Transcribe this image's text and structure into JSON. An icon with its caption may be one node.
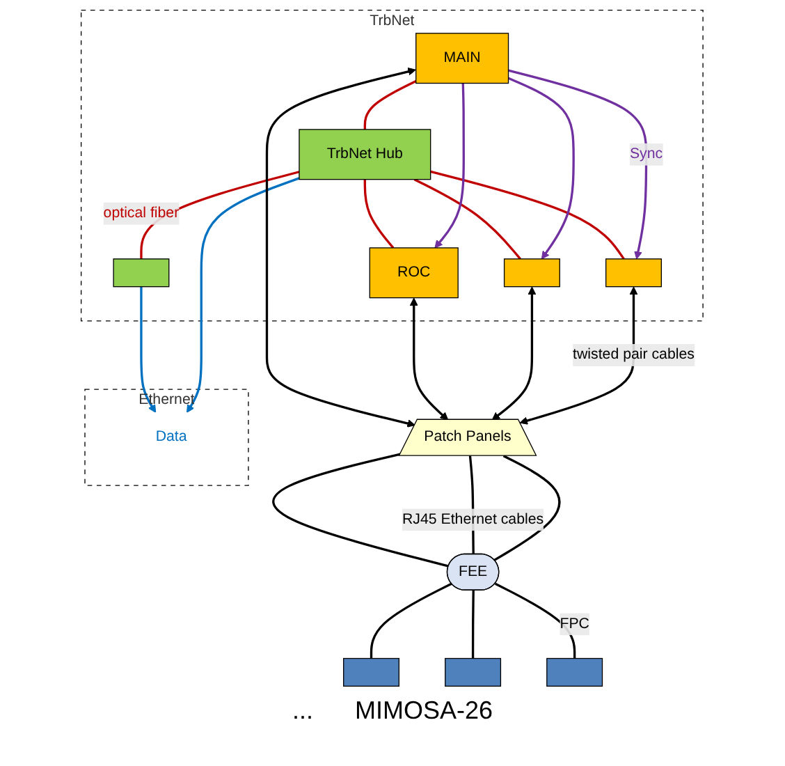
{
  "diagram": {
    "nodes": [
      {
        "text": [
          "TrbNet"
        ]
      },
      {
        "text": [
          "Ethernet"
        ]
      },
      {
        "text": [
          "MAIN"
        ],
        "in": 0
      },
      {
        "text": [],
        "shape": "box",
        "in": 0
      },
      {
        "text": [
          "TrbNet Hub"
        ],
        "in": 0
      },
      {
        "text": [
          "ROC"
        ],
        "in": 0
      },
      {
        "text": [],
        "shape": "box",
        "in": 0
      },
      {
        "text": [],
        "shape": "box",
        "in": 0
      },
      {
        "text": [
          "Data"
        ],
        "in": 1
      },
      {
        "text": [
          "Patch Panels"
        ]
      },
      {
        "text": [
          "FEE"
        ]
      },
      {
        "text": [],
        "shape": "box"
      },
      {
        "text": [],
        "shape": "box"
      },
      {
        "text": [],
        "shape": "box"
      }
    ],
    "edges": [
      {
        "from": 2,
        "to": 4,
        "arrow": "none",
        "color": "#c00000"
      },
      {
        "from": 4,
        "to": 3,
        "arrow": "none",
        "label": "optical fiber",
        "color": "#c00000"
      },
      {
        "from": 3,
        "to": 8,
        "arrow": "to",
        "color": "#0070c0"
      },
      {
        "from": 4,
        "to": 8,
        "arrow": "to",
        "color": "#0070c0"
      },
      {
        "from": 4,
        "to": 5,
        "arrow": "none",
        "color": "#c00000"
      },
      {
        "from": 4,
        "to": 6,
        "arrow": "none",
        "color": "#c00000"
      },
      {
        "from": 4,
        "to": 7,
        "arrow": "none",
        "color": "#c00000"
      },
      {
        "from": 2,
        "to": 7,
        "arrow": "to",
        "label": "Sync",
        "color": "#7030a0"
      },
      {
        "from": 2,
        "to": 6,
        "arrow": "to",
        "color": "#7030a0"
      },
      {
        "from": 2,
        "to": 5,
        "arrow": "to",
        "color": "#7030a0"
      },
      {
        "from": 2,
        "to": 9,
        "arrow": "both"
      },
      {
        "from": 5,
        "to": 9,
        "arrow": "both"
      },
      {
        "from": 6,
        "to": 9,
        "arrow": "both"
      },
      {
        "from": 7,
        "to": 9,
        "arrow": "both",
        "label": "twisted pair cables"
      },
      {
        "from": 9,
        "to": 10,
        "arrow": "none"
      },
      {
        "from": 9,
        "to": 10,
        "arrow": "none",
        "label": "RJ45 Ethernet cables"
      },
      {
        "from": 9,
        "to": 10,
        "arrow": "none"
      },
      {
        "from": 10,
        "to": 11,
        "arrow": "none"
      },
      {
        "from": 10,
        "to": 12,
        "arrow": "none"
      },
      {
        "from": 10,
        "to": 13,
        "arrow": "none",
        "label": "FPC"
      }
    ],
    "labels": [
      "...",
      "MIMOSA-26"
    ]
  }
}
